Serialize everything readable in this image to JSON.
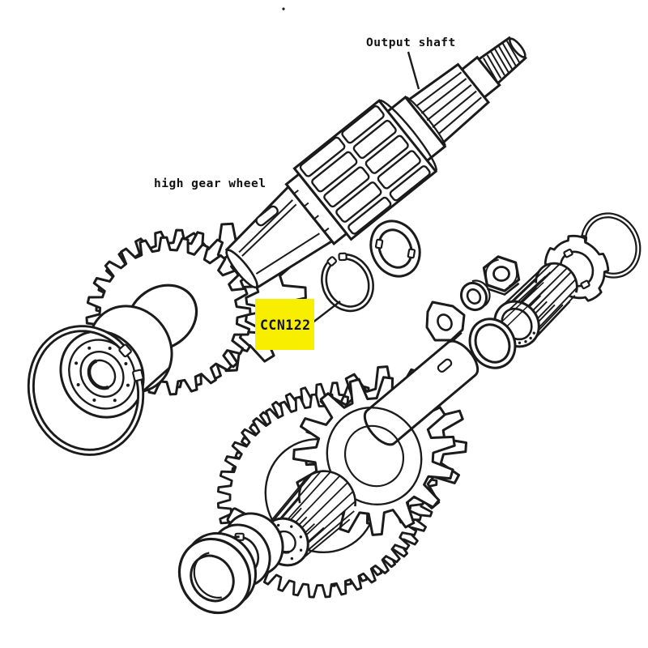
{
  "diagram": {
    "labels": {
      "output_shaft": "Output shaft",
      "high_gear_wheel": "high gear wheel",
      "part_code": "CCN122"
    },
    "colors": {
      "background": "#ffffff",
      "line": "#1b1b1b",
      "text": "#111111",
      "highlight": "#f8ee00"
    }
  }
}
